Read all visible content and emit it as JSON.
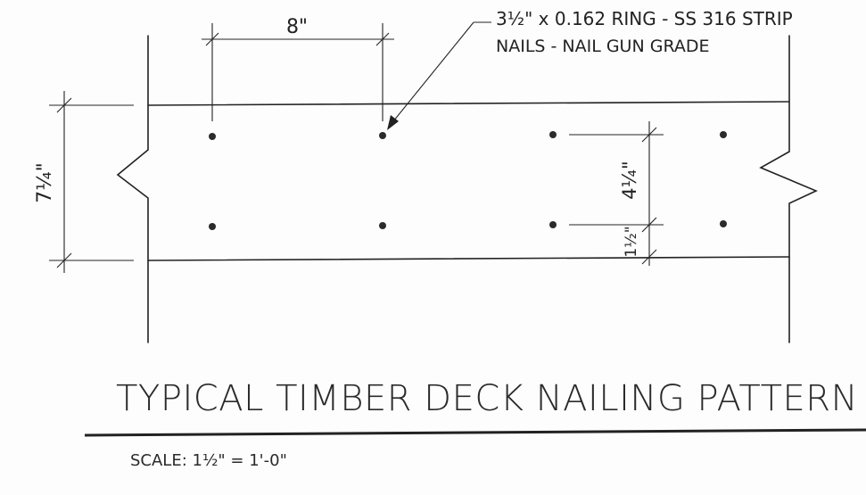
{
  "drawing": {
    "title": "TYPICAL TIMBER DECK NAILING PATTERN",
    "scale_label": "SCALE:",
    "scale_value": "1½\" = 1'-0\"",
    "note": {
      "line1": "3½\" x 0.162 RING - SS 316 STRIP",
      "line2": "NAILS - NAIL GUN GRADE"
    },
    "dimensions": {
      "nail_spacing": "8\"",
      "board_width": "7¼\"",
      "row_spacing": "4¼\"",
      "edge_distance": "1½\""
    },
    "colors": {
      "line": "#222222",
      "paper": "#fdfdfd"
    }
  }
}
